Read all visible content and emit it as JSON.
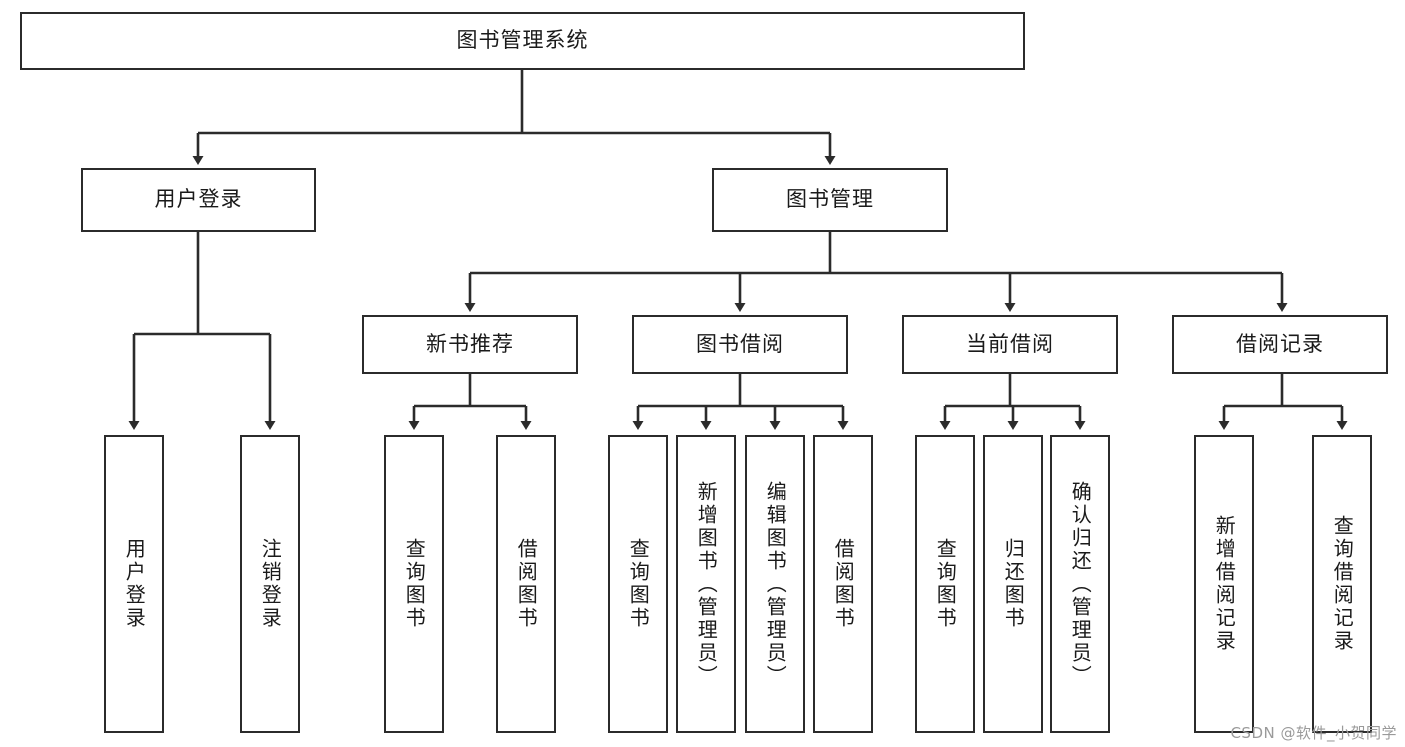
{
  "diagram": {
    "type": "tree-hierarchy",
    "title": "图书管理系统",
    "watermark": "CSDN @软件_小贺同学",
    "colors": {
      "stroke": "#2b2b2b",
      "fill": "#ffffff",
      "text": "#1a1a1a",
      "watermark": "#9a9a9a"
    },
    "nodes": {
      "root": {
        "label": "图书管理系统"
      },
      "level2": [
        {
          "id": "user-login",
          "label": "用户登录"
        },
        {
          "id": "book-manage",
          "label": "图书管理"
        }
      ],
      "level3": [
        {
          "id": "new-book-recommend",
          "label": "新书推荐"
        },
        {
          "id": "book-borrow",
          "label": "图书借阅"
        },
        {
          "id": "current-borrow",
          "label": "当前借阅"
        },
        {
          "id": "borrow-record",
          "label": "借阅记录"
        }
      ],
      "leaves": {
        "user-login": [
          {
            "id": "leaf-user-login",
            "label": "用户登录"
          },
          {
            "id": "leaf-logout-login",
            "label": "注销登录"
          }
        ],
        "new-book-recommend": [
          {
            "id": "leaf-query-book-1",
            "label": "查询图书"
          },
          {
            "id": "leaf-borrow-book-1",
            "label": "借阅图书"
          }
        ],
        "book-borrow": [
          {
            "id": "leaf-query-book-2",
            "label": "查询图书"
          },
          {
            "id": "leaf-add-book-admin",
            "label": "新增图书（管理员）"
          },
          {
            "id": "leaf-edit-book-admin",
            "label": "编辑图书（管理员）"
          },
          {
            "id": "leaf-borrow-book-2",
            "label": "借阅图书"
          }
        ],
        "current-borrow": [
          {
            "id": "leaf-query-book-3",
            "label": "查询图书"
          },
          {
            "id": "leaf-return-book",
            "label": "归还图书"
          },
          {
            "id": "leaf-confirm-return-admin",
            "label": "确认归还（管理员）"
          }
        ],
        "borrow-record": [
          {
            "id": "leaf-add-borrow-record",
            "label": "新增借阅记录"
          },
          {
            "id": "leaf-query-borrow-record",
            "label": "查询借阅记录"
          }
        ]
      }
    }
  }
}
